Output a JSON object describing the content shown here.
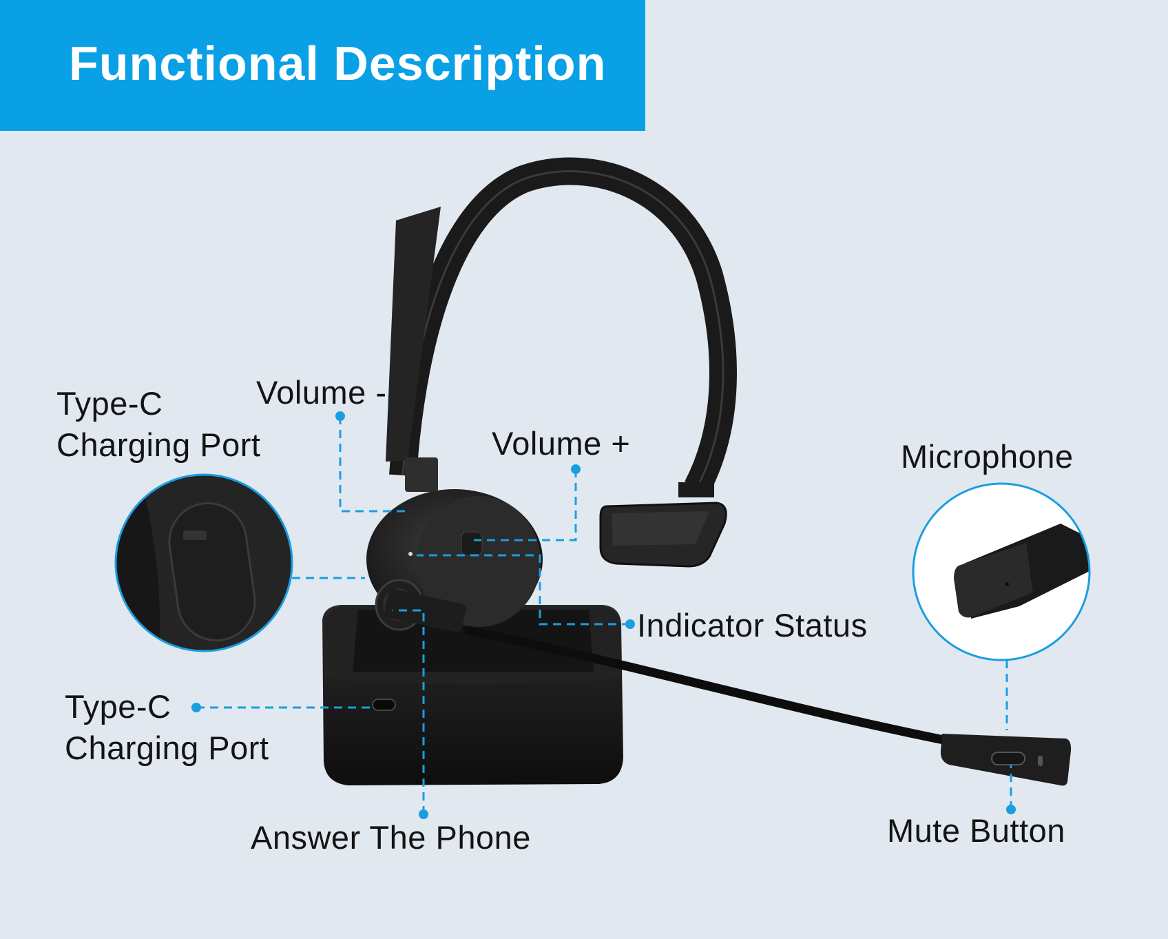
{
  "banner": {
    "title": "Functional Description",
    "background_color": "#0aa0e6"
  },
  "callouts": {
    "type_c_top": {
      "line1": "Type-C",
      "line2": "Charging Port"
    },
    "volume_minus": "Volume -",
    "volume_plus": "Volume +",
    "microphone": "Microphone",
    "indicator_status": "Indicator Status",
    "type_c_base": {
      "line1": "Type-C",
      "line2": "Charging Port"
    },
    "answer_phone": "Answer The Phone",
    "mute_button": "Mute Button"
  },
  "colors": {
    "background": "#e1e8f0",
    "accent": "#1a9ee0",
    "label_text": "#141414",
    "device": "#1c1c1c"
  }
}
